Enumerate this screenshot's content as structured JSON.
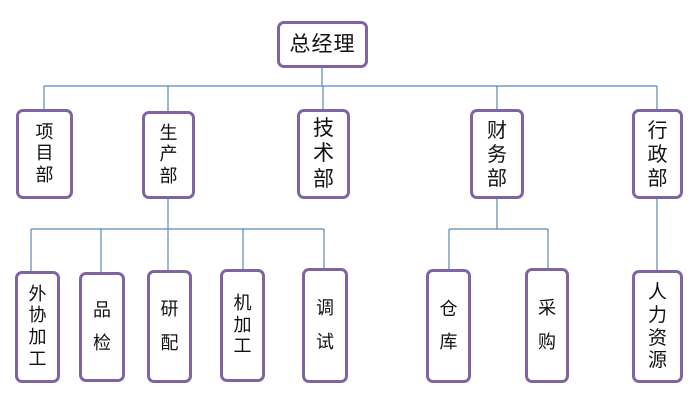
{
  "diagram": {
    "root": {
      "label": "总经理"
    },
    "departments": [
      {
        "id": "xm",
        "label": "项目部"
      },
      {
        "id": "sc",
        "label": "生产部"
      },
      {
        "id": "js",
        "label": "技术部"
      },
      {
        "id": "cw",
        "label": "财务部"
      },
      {
        "id": "xz",
        "label": "行政部"
      }
    ],
    "sub_units": {
      "sc": [
        {
          "label": "外协加工"
        },
        {
          "label": "品检"
        },
        {
          "label": "研配"
        },
        {
          "label": "机加工"
        },
        {
          "label": "调试"
        }
      ],
      "cw": [
        {
          "label": "仓库"
        },
        {
          "label": "采购"
        }
      ],
      "xz": [
        {
          "label": "人力资源"
        }
      ]
    },
    "colors": {
      "box_border": "#8064a2",
      "connector": "#5b86b8",
      "text": "#111111"
    }
  }
}
